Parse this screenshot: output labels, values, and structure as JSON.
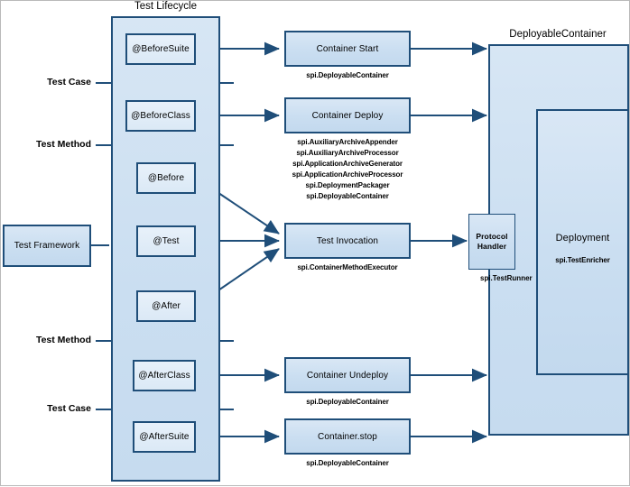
{
  "titles": {
    "lifecycle": "Test Lifecycle",
    "deployable_container": "DeployableContainer"
  },
  "side_labels": [
    {
      "text": "Test Case"
    },
    {
      "text": "Test Method"
    },
    {
      "text": "Test Method"
    },
    {
      "text": "Test Case"
    }
  ],
  "test_framework": {
    "label": "Test Framework"
  },
  "lifecycle_items": [
    {
      "label": "@BeforeSuite"
    },
    {
      "label": "@BeforeClass"
    },
    {
      "label": "@Before"
    },
    {
      "label": "@Test"
    },
    {
      "label": "@After"
    },
    {
      "label": "@AfterClass"
    },
    {
      "label": "@AfterSuite"
    }
  ],
  "actions": [
    {
      "label": "Container Start",
      "spis": [
        "spi.DeployableContainer"
      ]
    },
    {
      "label": "Container Deploy",
      "spis": [
        "spi.AuxiliaryArchiveAppender",
        "spi.AuxiliaryArchiveProcessor",
        "spi.ApplicationArchiveGenerator",
        "spi.ApplicationArchiveProcessor",
        "spi.DeploymentPackager",
        "spi.DeployableContainer"
      ]
    },
    {
      "label": "Test Invocation",
      "spis": [
        "spi.ContainerMethodExecutor"
      ]
    },
    {
      "label": "Container Undeploy",
      "spis": [
        "spi.DeployableContainer"
      ]
    },
    {
      "label": "Container.stop",
      "spis": [
        "spi.DeployableContainer"
      ]
    }
  ],
  "protocol_handler": {
    "line1": "Protocol",
    "line2": "Handler",
    "spi": "spi.TestRunner"
  },
  "deployment": {
    "label": "Deployment",
    "spi": "spi.TestEnricher"
  },
  "colors": {
    "border": "#1f4e79",
    "fill": "#cadef1",
    "arrow": "#1f4e79",
    "frame": "#b9b9b9"
  }
}
